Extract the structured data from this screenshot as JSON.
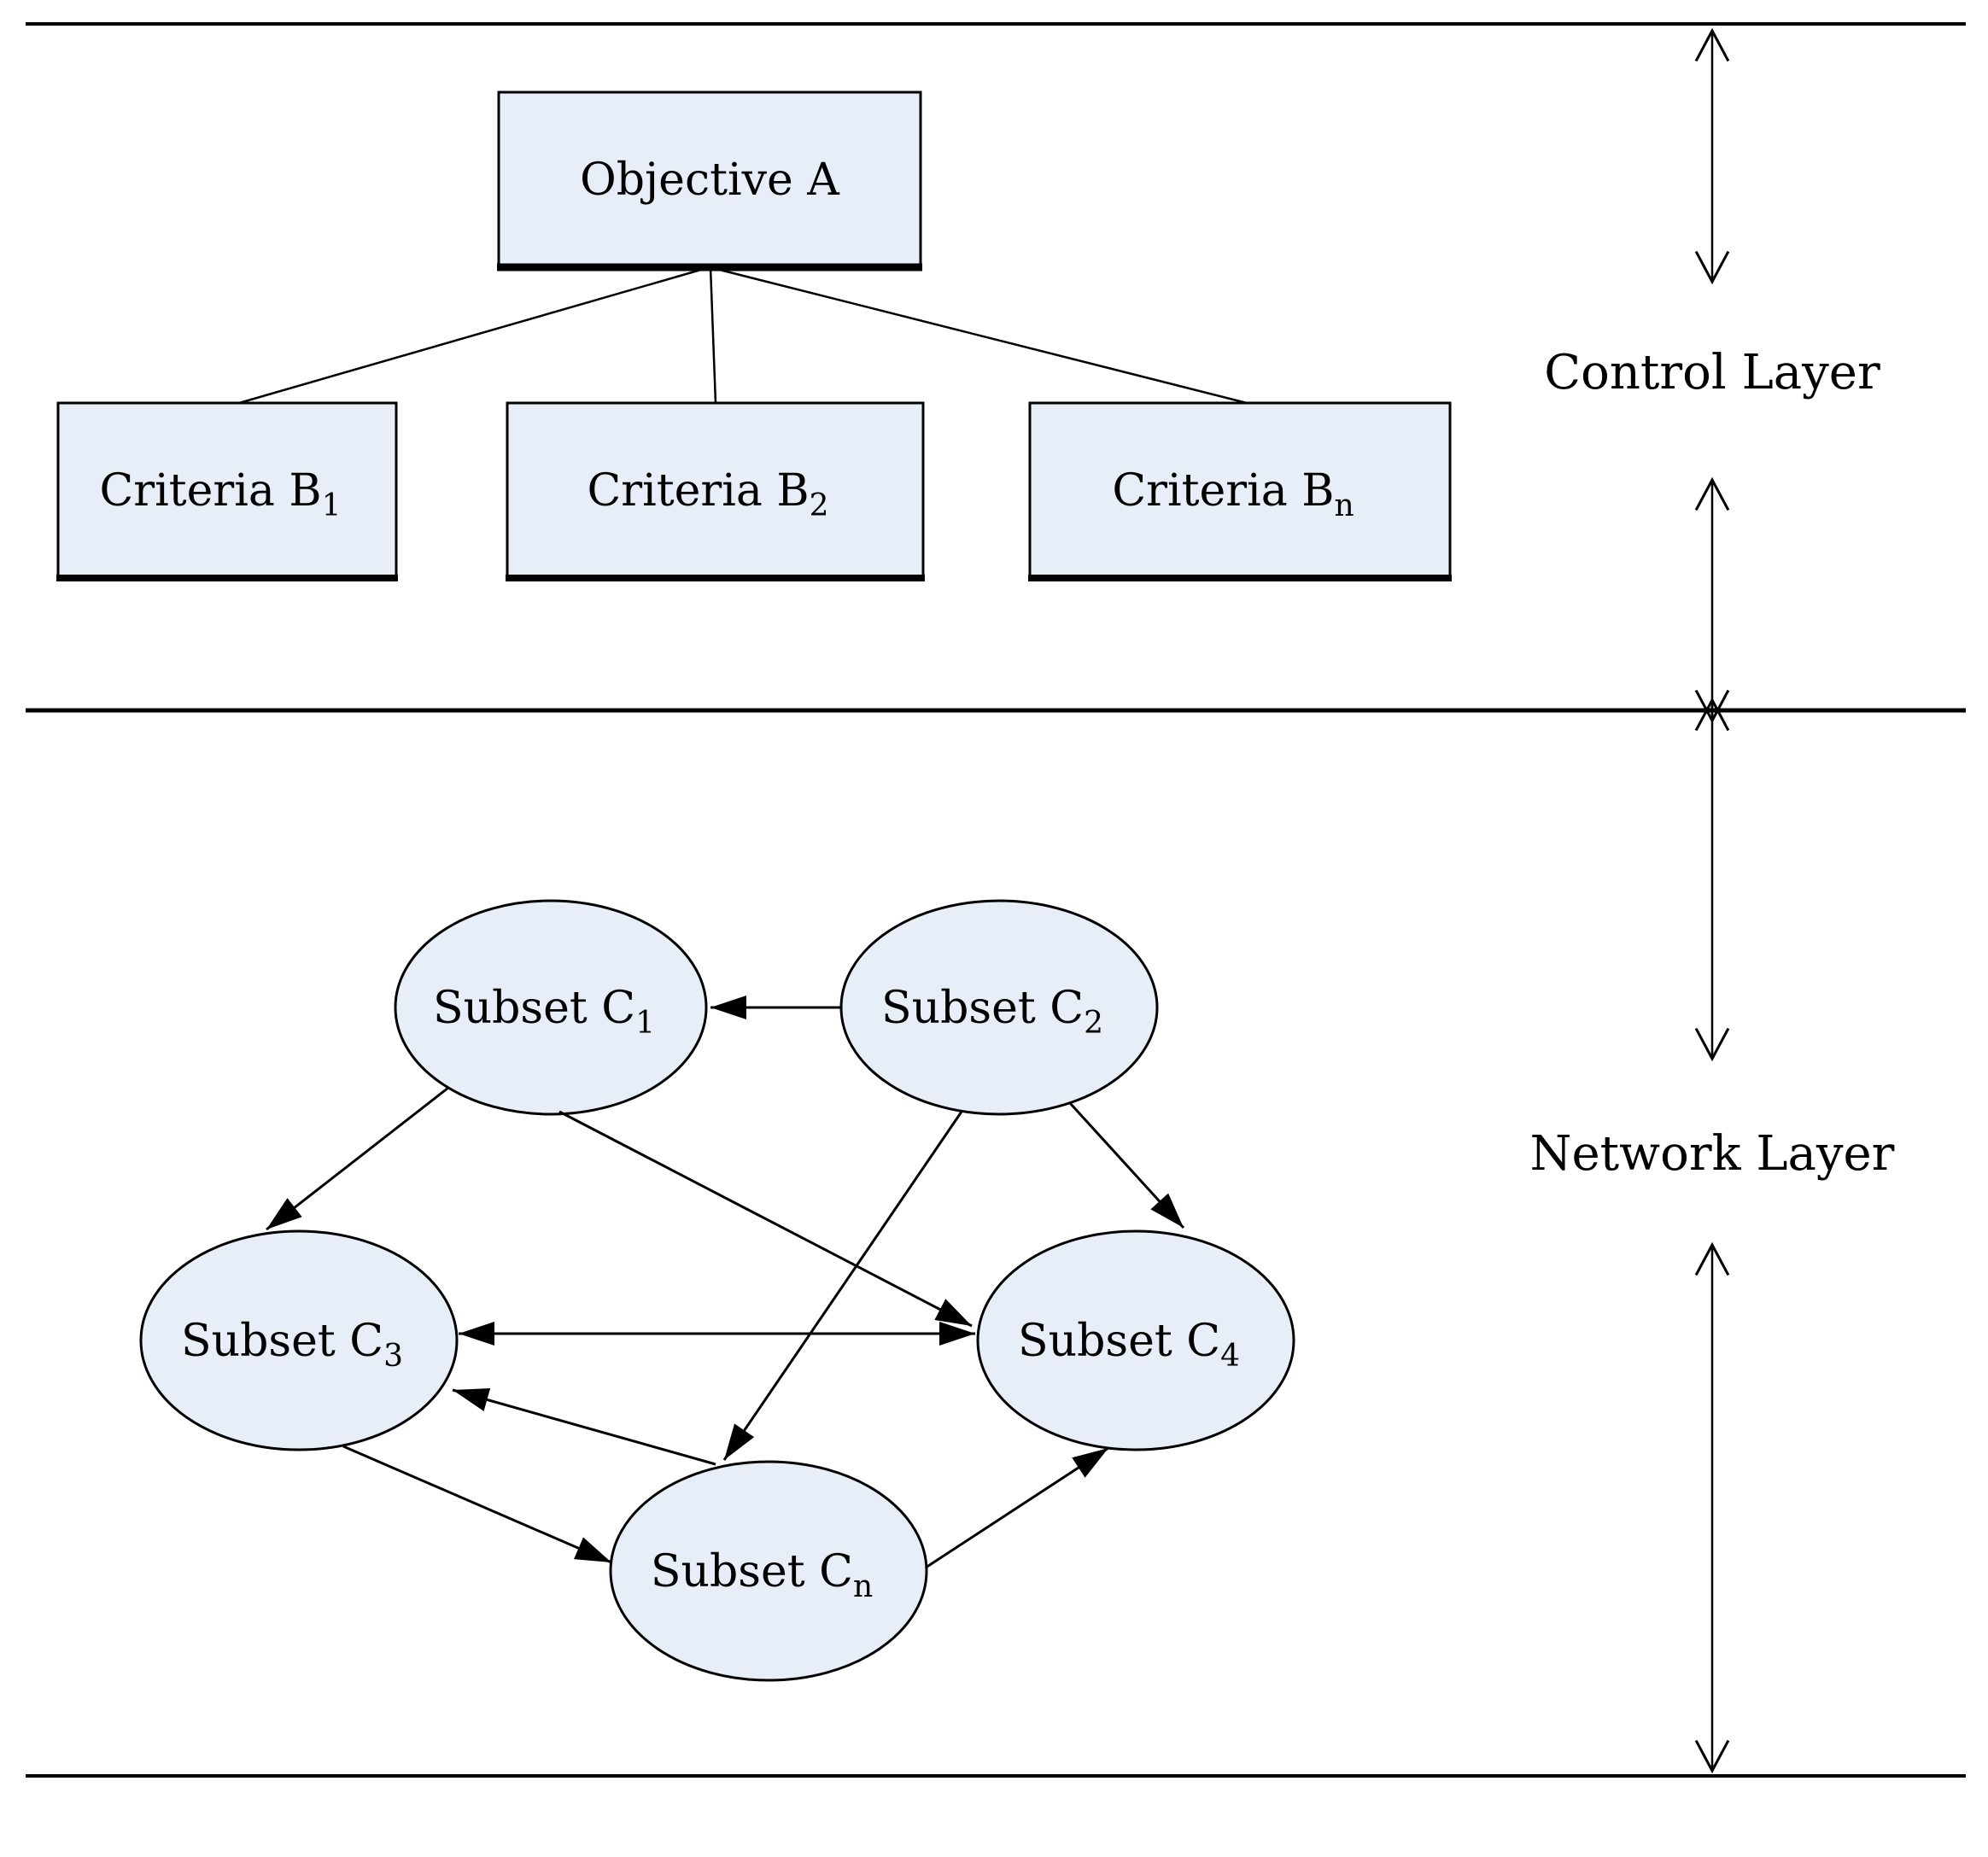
{
  "layers": {
    "control": {
      "label": "Control Layer"
    },
    "network": {
      "label": "Network Layer"
    }
  },
  "nodes": {
    "objective": {
      "base": "Objective A",
      "sub": ""
    },
    "criteria1": {
      "base": "Criteria B",
      "sub": "1"
    },
    "criteria2": {
      "base": "Criteria B",
      "sub": "2"
    },
    "criteriaN": {
      "base": "Criteria B",
      "sub": "n"
    },
    "subset1": {
      "base": "Subset C",
      "sub": "1"
    },
    "subset2": {
      "base": "Subset C",
      "sub": "2"
    },
    "subset3": {
      "base": "Subset C",
      "sub": "3"
    },
    "subset4": {
      "base": "Subset C",
      "sub": "4"
    },
    "subsetN": {
      "base": "Subset C",
      "sub": "n"
    }
  },
  "edges": {
    "control": [
      "ObjectiveA-CriteriaB1",
      "ObjectiveA-CriteriaB2",
      "ObjectiveA-CriteriaBn"
    ],
    "network": [
      "C2->C1",
      "C1->C3",
      "C1->C4",
      "C2->Cn",
      "C2->C4",
      "C3<->C4",
      "C3->Cn",
      "Cn->C3",
      "Cn->C4"
    ]
  },
  "colors": {
    "node_fill": "#e8eef8",
    "stroke": "#000000",
    "background": "#ffffff"
  }
}
